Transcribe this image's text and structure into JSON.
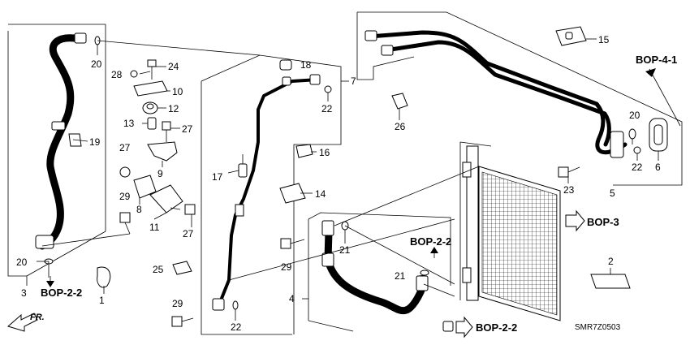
{
  "diagram": {
    "callouts": {
      "c1": "1",
      "c2": "2",
      "c3": "3",
      "c4": "4",
      "c5": "5",
      "c6": "6",
      "c7": "7",
      "c8": "8",
      "c9": "9",
      "c10": "10",
      "c11": "11",
      "c12": "12",
      "c13": "13",
      "c14": "14",
      "c15": "15",
      "c16": "16",
      "c17": "17",
      "c18": "18",
      "c19": "19",
      "c20": "20",
      "c21": "21",
      "c22": "22",
      "c23": "23",
      "c24": "24",
      "c25": "25",
      "c26": "26",
      "c27": "27",
      "c28": "28",
      "c29": "29"
    },
    "references": {
      "bop_4_1": "BOP-4-1",
      "bop_3": "BOP-3",
      "bop_2_2": "BOP-2-2"
    },
    "front_label": "FR.",
    "diagram_code": "SMR7Z0503"
  }
}
